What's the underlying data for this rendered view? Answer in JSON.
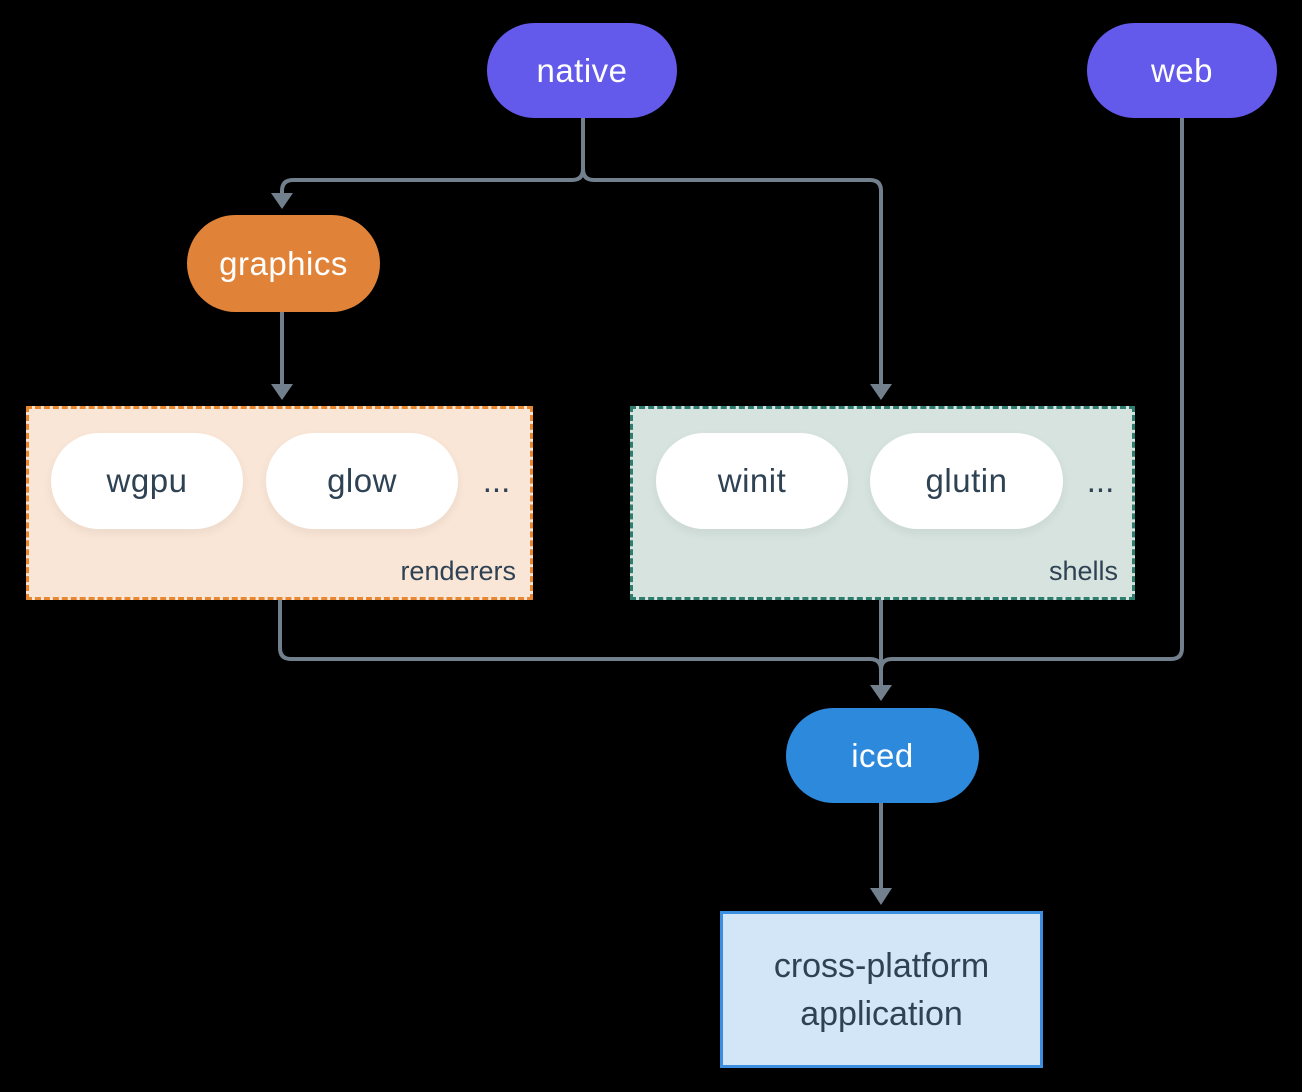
{
  "nodes": {
    "native": {
      "label": "native",
      "fill": "#6359ea",
      "text_color": "#ffffff"
    },
    "web": {
      "label": "web",
      "fill": "#6359ea",
      "text_color": "#ffffff"
    },
    "graphics": {
      "label": "graphics",
      "fill": "#e08339",
      "text_color": "#ffffff"
    },
    "iced": {
      "label": "iced",
      "fill": "#2d89dc",
      "text_color": "#ffffff"
    },
    "app": {
      "line1": "cross-platform",
      "line2": "application",
      "fill": "#d3e6f7",
      "border": "#3b8ee0"
    }
  },
  "groups": {
    "renderers": {
      "label": "renderers",
      "ellipsis": "...",
      "fill": "#fae6d6",
      "border": "#e8872f",
      "items": [
        {
          "label": "wgpu"
        },
        {
          "label": "glow"
        }
      ]
    },
    "shells": {
      "label": "shells",
      "ellipsis": "...",
      "fill": "#d6e3de",
      "border": "#2e7d6e",
      "items": [
        {
          "label": "winit"
        },
        {
          "label": "glutin"
        }
      ]
    }
  },
  "edges": [
    {
      "from": "native",
      "to": "graphics"
    },
    {
      "from": "native",
      "to": "shells"
    },
    {
      "from": "graphics",
      "to": "renderers"
    },
    {
      "from": "renderers",
      "to": "iced"
    },
    {
      "from": "shells",
      "to": "iced"
    },
    {
      "from": "web",
      "to": "iced"
    },
    {
      "from": "iced",
      "to": "app"
    }
  ],
  "colors": {
    "background": "#000000",
    "edge": "#72808e",
    "dark_text": "#2f4254"
  }
}
